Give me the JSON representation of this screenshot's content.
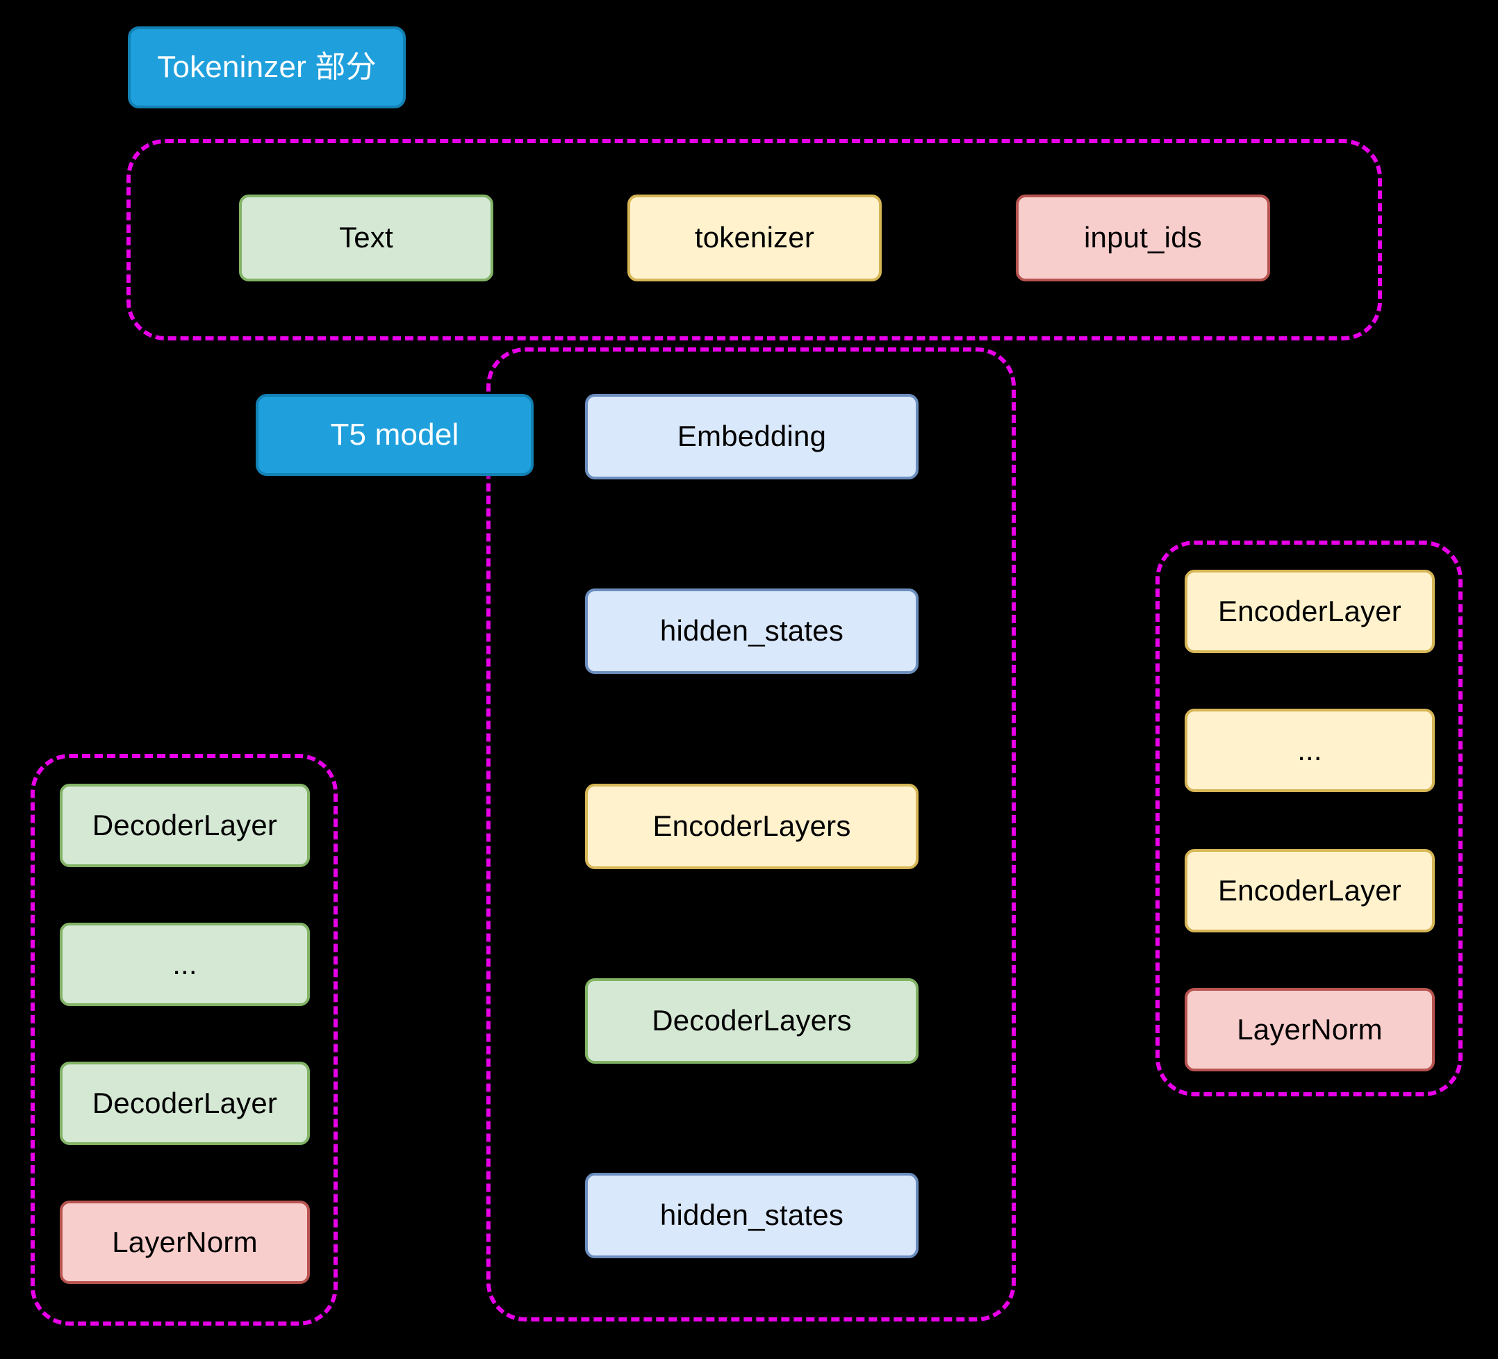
{
  "diagram": {
    "background_color": "#000000",
    "group_border_color": "#E800E8"
  },
  "titles": {
    "tokenizer_section": "Tokeninzer 部分",
    "t5_model": "T5 model"
  },
  "tokenizer_group": {
    "nodes": [
      {
        "label": "Text",
        "style": "green"
      },
      {
        "label": "tokenizer",
        "style": "yellow"
      },
      {
        "label": "input_ids",
        "style": "red"
      }
    ]
  },
  "t5_group": {
    "nodes": [
      {
        "label": "Embedding",
        "style": "lblue"
      },
      {
        "label": "hidden_states",
        "style": "lblue"
      },
      {
        "label": "EncoderLayers",
        "style": "yellow"
      },
      {
        "label": "DecoderLayers",
        "style": "green"
      },
      {
        "label": "hidden_states",
        "style": "lblue"
      }
    ]
  },
  "encoder_group": {
    "nodes": [
      {
        "label": "EncoderLayer",
        "style": "yellow"
      },
      {
        "label": "...",
        "style": "yellow"
      },
      {
        "label": "EncoderLayer",
        "style": "yellow"
      },
      {
        "label": "LayerNorm",
        "style": "red"
      }
    ]
  },
  "decoder_group": {
    "nodes": [
      {
        "label": "DecoderLayer",
        "style": "green"
      },
      {
        "label": "...",
        "style": "green"
      },
      {
        "label": "DecoderLayer",
        "style": "green"
      },
      {
        "label": "LayerNorm",
        "style": "red"
      }
    ]
  },
  "colors": {
    "blue_fill": "#1FA0DC",
    "blue_border": "#1281B4",
    "green_fill": "#D5E8D4",
    "green_border": "#82B366",
    "yellow_fill": "#FFF2CC",
    "yellow_border": "#D6B656",
    "red_fill": "#F8CECC",
    "red_border": "#B85450",
    "lightblue_fill": "#DAE8FC",
    "lightblue_border": "#6C8EBF",
    "group_dash": "#E800E8"
  }
}
